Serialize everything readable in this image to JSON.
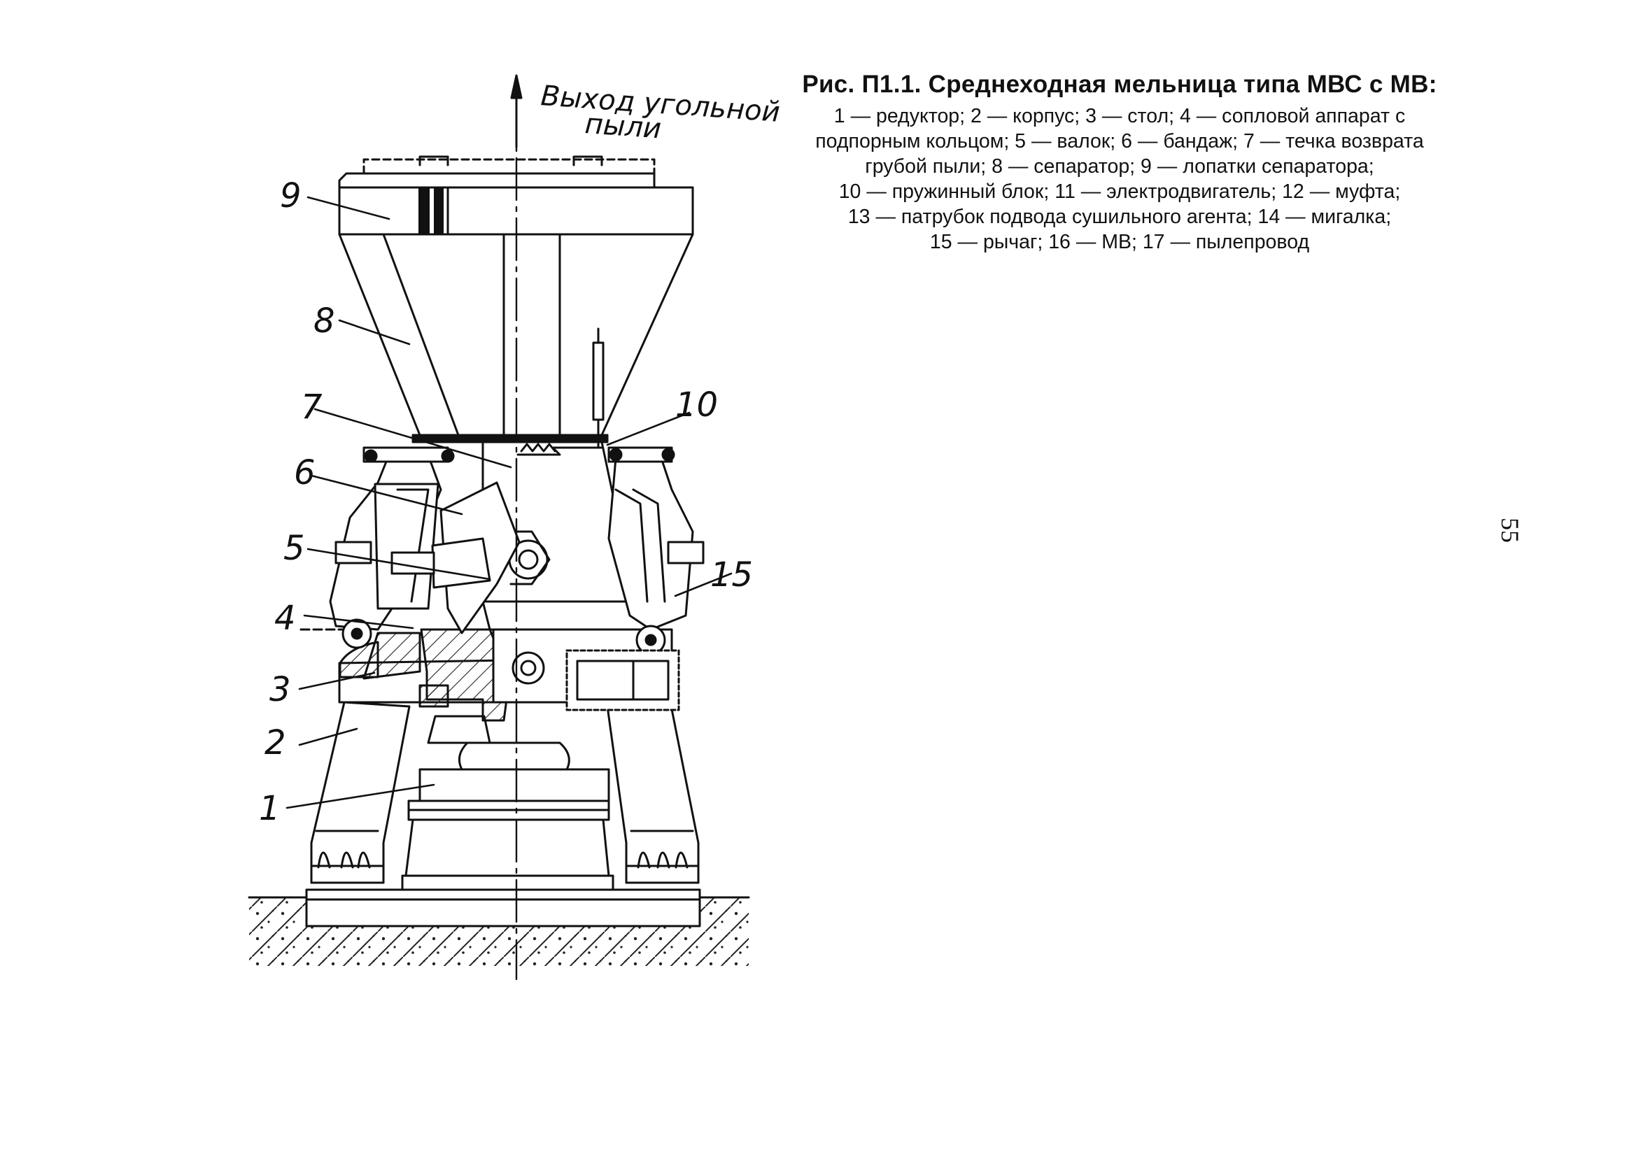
{
  "figure": {
    "output_label_line1": "Выход угольной",
    "output_label_line2": "пыли",
    "callouts": [
      "9",
      "8",
      "7",
      "6",
      "5",
      "4",
      "3",
      "2",
      "1",
      "10",
      "15"
    ]
  },
  "caption": {
    "title": "Рис. П1.1. Среднеходная мельница типа МВС с МВ:",
    "lines": [
      "1 — редуктор; 2 — корпус; 3 — стол; 4 — сопловой аппарат с",
      "подпорным кольцом; 5 — валок; 6 — бандаж; 7 — течка возврата",
      "грубой пыли; 8 — сепаратор; 9 — лопатки сепаратора;",
      "10 — пружинный блок; 11 — электродвигатель; 12 — муфта;",
      "13 — патрубок подвода сушильного агента; 14 — мигалка;",
      "15 — рычаг; 16 — МВ; 17 — пылепровод"
    ]
  },
  "page": {
    "number": "55"
  }
}
